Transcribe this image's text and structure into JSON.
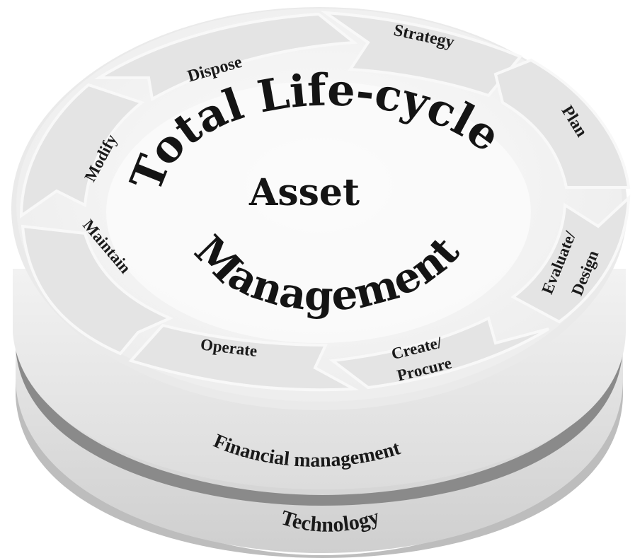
{
  "diagram": {
    "center": {
      "arc_text": "Total Life-cycle",
      "middle": "Asset",
      "lower_arc_text": "Management"
    },
    "segments": [
      {
        "id": "strategy",
        "label": "Strategy"
      },
      {
        "id": "plan",
        "label": "Plan"
      },
      {
        "id": "evaluate-design",
        "label_line1": "Evaluate/",
        "label_line2": "Design"
      },
      {
        "id": "create-procure",
        "label_line1": "Create/",
        "label_line2": "Procure"
      },
      {
        "id": "operate",
        "label": "Operate"
      },
      {
        "id": "maintain",
        "label": "Maintain"
      },
      {
        "id": "modify",
        "label": "Modify"
      },
      {
        "id": "dispose",
        "label": "Dispose"
      }
    ],
    "layers": {
      "financial": "Financial management",
      "technology": "Technology"
    },
    "colors": {
      "segment_fill": "#e6e6e6",
      "disc_top": "#f4f4f4",
      "disc_side": "#d6d6d6",
      "shadow": "#8a8a8a",
      "text": "#1a1a1a"
    }
  }
}
